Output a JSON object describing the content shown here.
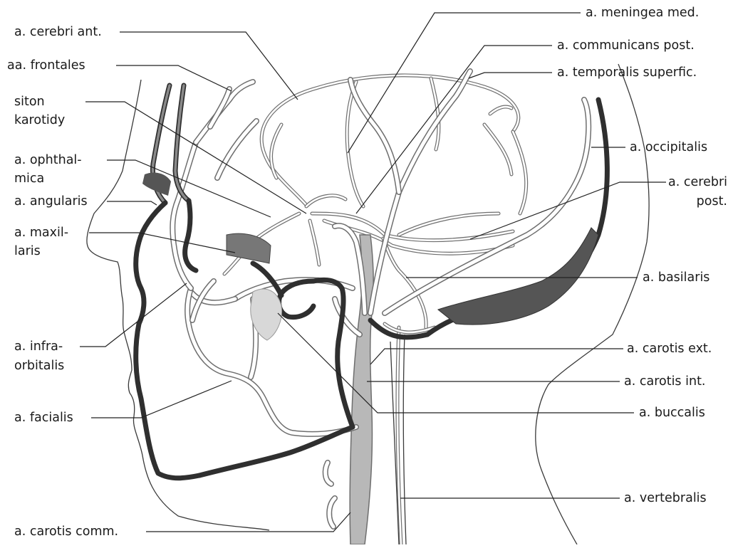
{
  "labels": {
    "cerebri_ant": "a. cerebri ant.",
    "frontales": "aa. frontales",
    "siton_1": "siton",
    "siton_2": "karotidy",
    "ophthalmica_1": "a. ophthal-",
    "ophthalmica_2": "mica",
    "angularis": "a. angularis",
    "maxillaris_1": "a. maxil-",
    "maxillaris_2": "laris",
    "infraorbitalis_1": "a. infra-",
    "infraorbitalis_2": "orbitalis",
    "facialis": "a. facialis",
    "carotis_comm": "a. carotis comm.",
    "meningea_med": "a. meningea med.",
    "communicans_post": "a. communicans post.",
    "temporalis_superfic": "a. temporalis superfic.",
    "occipitalis": "a. occipitalis",
    "cerebri_post_1": "a. cerebri",
    "cerebri_post_2": "post.",
    "basilaris": "a. basilaris",
    "carotis_ext": "a. carotis ext.",
    "carotis_int": "a. carotis int.",
    "buccalis": "a. buccalis",
    "vertebralis": "a. vertebralis"
  }
}
